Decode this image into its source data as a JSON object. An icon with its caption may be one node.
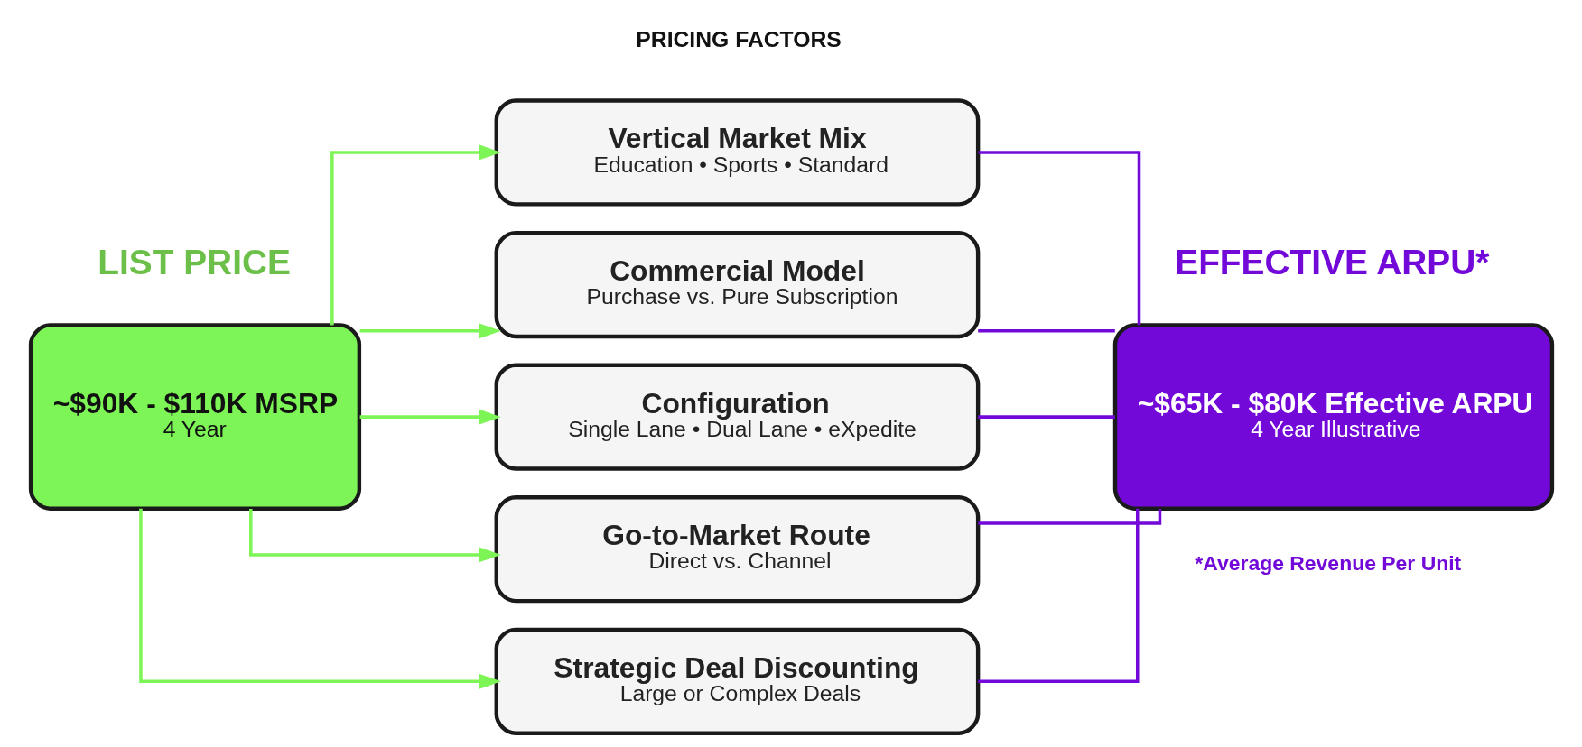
{
  "diagram": {
    "nodes": [
      {
        "text": [
          "~$90K - $110K MSRP",
          "4 Year"
        ]
      },
      {
        "text": [
          "Vertical Market Mix",
          "Education • Sports • Standard"
        ]
      },
      {
        "text": [
          "Commercial Model",
          "Purchase vs. Pure Subscription"
        ]
      },
      {
        "text": [
          "Configuration",
          "Single Lane • Dual Lane • eXpedite"
        ]
      },
      {
        "text": [
          "Go-to-Market Route",
          "Direct vs. Channel"
        ]
      },
      {
        "text": [
          "Strategic Deal Discounting",
          "Large or Complex Deals"
        ]
      },
      {
        "text": [
          "~$65K - $80K Effective ARPU",
          "4 Year Illustrative"
        ]
      }
    ],
    "edges": [
      {
        "from": 0,
        "to": 1,
        "arrow": "to",
        "color": "#7ef556"
      },
      {
        "from": 0,
        "to": 2,
        "arrow": "to",
        "color": "#7ef556"
      },
      {
        "from": 0,
        "to": 3,
        "arrow": "to",
        "color": "#7ef556"
      },
      {
        "from": 0,
        "to": 4,
        "arrow": "to",
        "color": "#7ef556"
      },
      {
        "from": 0,
        "to": 5,
        "arrow": "to",
        "color": "#7ef556"
      },
      {
        "from": 1,
        "to": 6,
        "arrow": "none",
        "color": "#7209d9"
      },
      {
        "from": 2,
        "to": 6,
        "arrow": "none",
        "color": "#7209d9"
      },
      {
        "from": 3,
        "to": 6,
        "arrow": "none",
        "color": "#7209d9"
      },
      {
        "from": 4,
        "to": 6,
        "arrow": "none",
        "color": "#7209d9"
      },
      {
        "from": 5,
        "to": 6,
        "arrow": "none",
        "color": "#7209d9"
      }
    ],
    "labels": [
      "LIST PRICE",
      "PRICING FACTORS",
      "EFFECTIVE ARPU*",
      "*Average Revenue Per Unit"
    ]
  }
}
